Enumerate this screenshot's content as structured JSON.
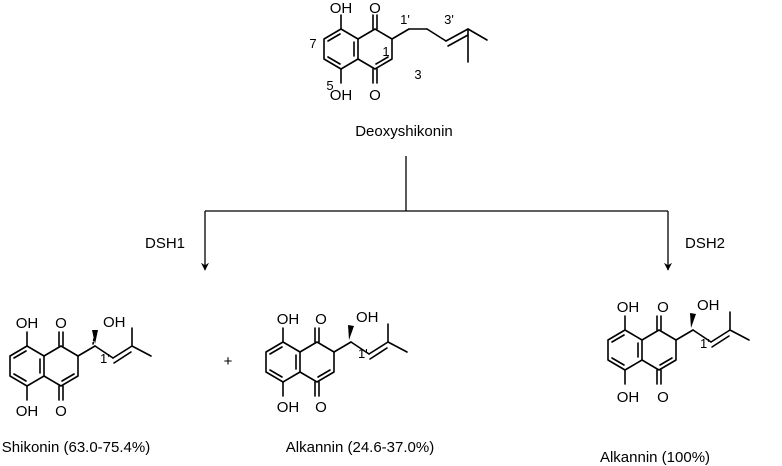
{
  "top": {
    "name": "Deoxyshikonin",
    "atoms": {
      "oh_top": "OH",
      "oh_bottom": "OH",
      "o_top": "O",
      "o_bottom": "O"
    },
    "numbers": {
      "n7": "7",
      "n5": "5",
      "n1": "1",
      "n3": "3",
      "n1p": "1'",
      "n3p": "3'"
    }
  },
  "enzymes": {
    "left": "DSH1",
    "right": "DSH2"
  },
  "plus": "+",
  "products": [
    {
      "caption": "Shikonin (63.0-75.4%)",
      "atoms": {
        "oh_top": "OH",
        "oh_bottom": "OH",
        "o_top": "O",
        "o_bottom": "O",
        "oh_side": "OH"
      },
      "label_1p": "1'"
    },
    {
      "caption": "Alkannin (24.6-37.0%)",
      "atoms": {
        "oh_top": "OH",
        "oh_bottom": "OH",
        "o_top": "O",
        "o_bottom": "O",
        "oh_side": "OH"
      },
      "label_1p": "1'"
    },
    {
      "caption": "Alkannin (100%)",
      "atoms": {
        "oh_top": "OH",
        "oh_bottom": "OH",
        "o_top": "O",
        "o_bottom": "O",
        "oh_side": "OH"
      },
      "label_1p": "1'"
    }
  ]
}
